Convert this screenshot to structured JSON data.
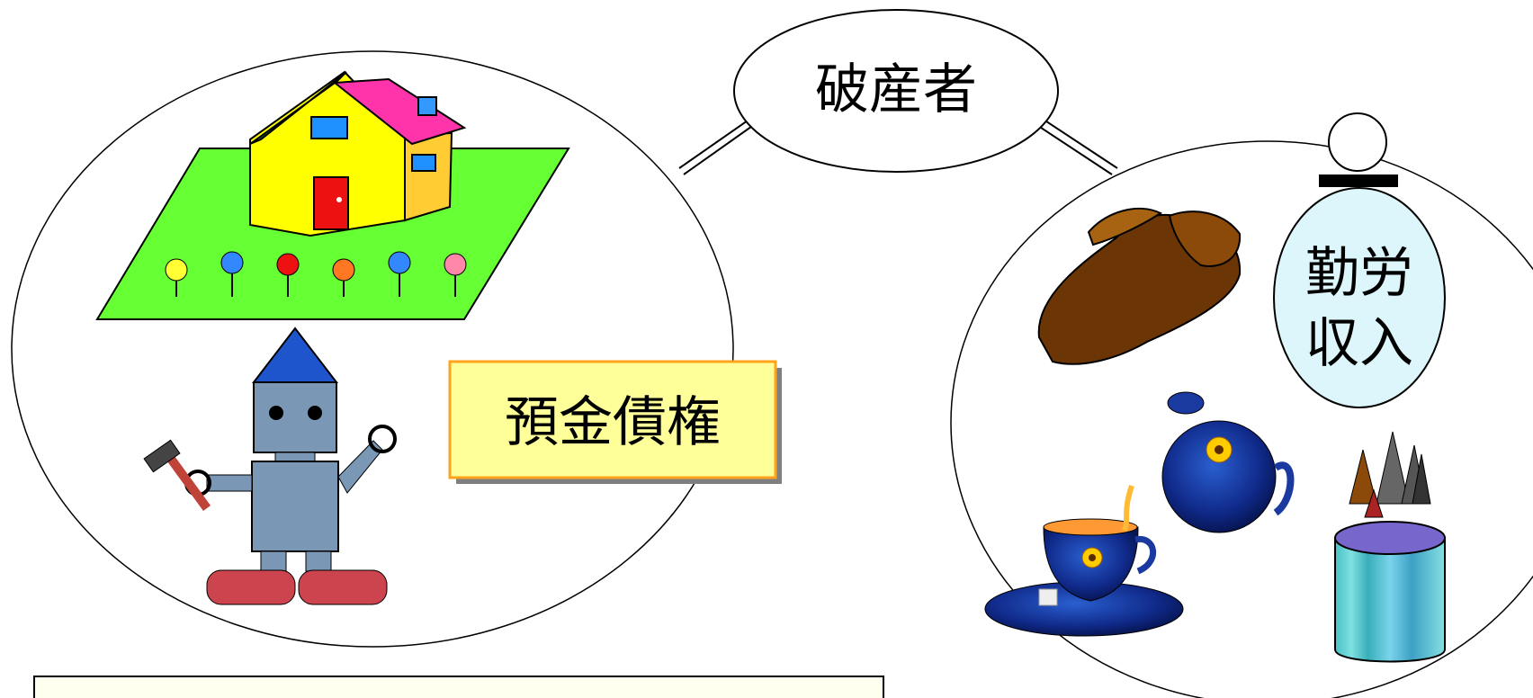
{
  "bankrupt_label": "破産者",
  "deposit_label": "預金債権",
  "wage_label_line1": "勤労",
  "wage_label_line2": "収入"
}
